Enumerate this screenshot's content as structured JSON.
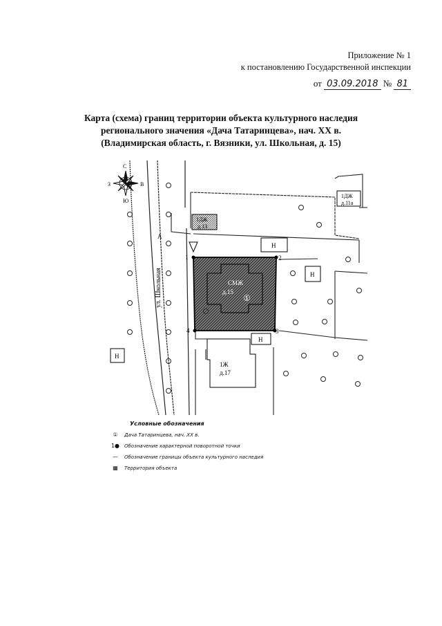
{
  "header": {
    "appendix_line1": "Приложение № 1",
    "appendix_line2": "к постановлению Государственной инспекции",
    "date_prefix": "от",
    "date_value": "03.09.2018",
    "number_prefix": "№",
    "number_value": "81"
  },
  "title": {
    "line1": "Карта (схема) границ территории объекта культурного наследия",
    "line2": "регионального значения «Дача Татаринцева», нач. XX в.",
    "line3": "(Владимирская область, г. Вязники, ул. Школьная, д. 15)"
  },
  "map": {
    "compass": {
      "north": "С",
      "south": "Ю",
      "west": "З",
      "east": "В"
    },
    "street_label": "ул. Школьная",
    "street_letter": "А",
    "buildings": {
      "b_1dzh_13": {
        "line1": "1ДЖ",
        "line2": "д.13"
      },
      "b_1dzh_11a": {
        "line1": "1ДЖ",
        "line2": "д.11а"
      },
      "b_1zh_17": {
        "line1": "1Ж",
        "line2": "д.17"
      },
      "b_main_15": {
        "line1": "СМЖ",
        "line2": "д.15"
      },
      "n_label": "Н"
    },
    "object_marker": "①",
    "points": [
      "1",
      "2",
      "3",
      "4"
    ]
  },
  "legend": {
    "title": "Условные обозначения",
    "items": [
      {
        "symbol": "①",
        "text": "Дача Татаринцева, нач. XX в."
      },
      {
        "symbol": "1●",
        "text": "Обозначение характерной поворотной точки"
      },
      {
        "symbol": "—",
        "text": "Обозначение границы объекта культурного наследия"
      },
      {
        "symbol": "▦",
        "text": "Территория объекта"
      }
    ]
  },
  "colors": {
    "ink": "#111111",
    "hatch": "#555555",
    "paper": "#ffffff"
  }
}
